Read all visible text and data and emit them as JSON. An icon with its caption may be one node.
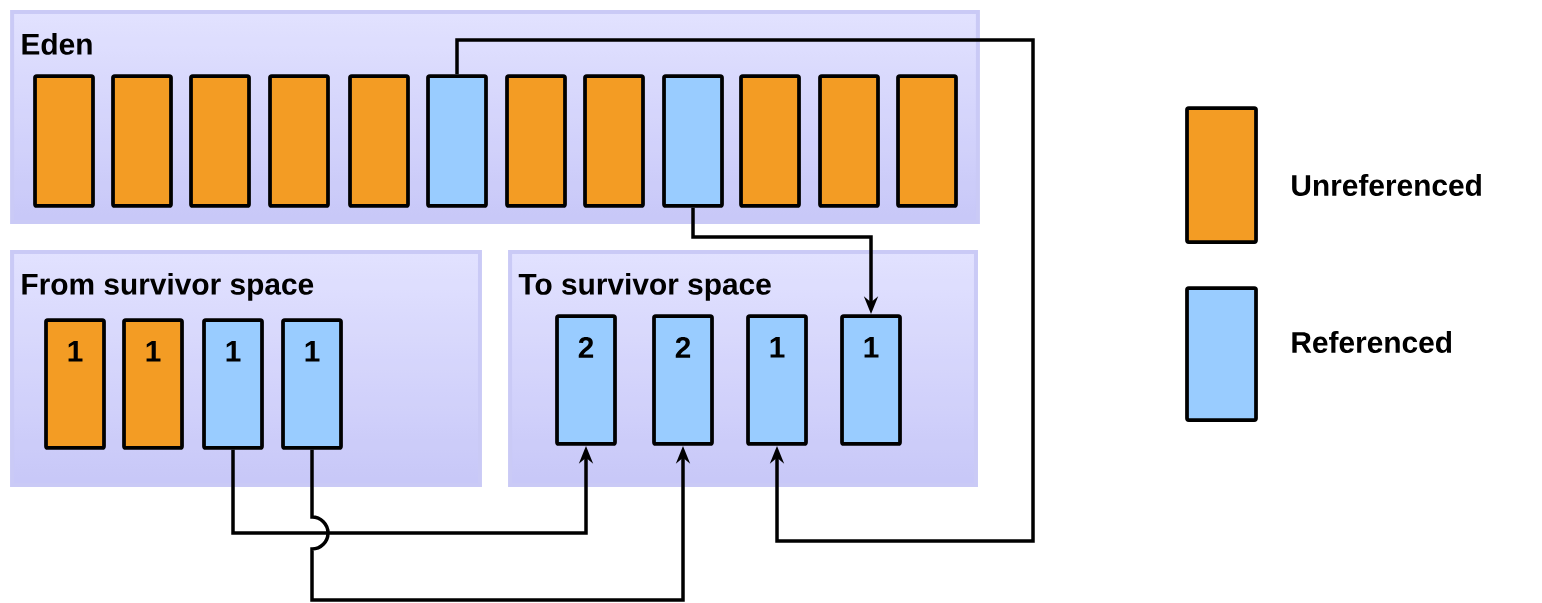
{
  "diagram": {
    "nodes": [
      {
        "text": [
          "Eden"
        ]
      },
      {
        "text": [],
        "shape": "box",
        "in": 0
      },
      {
        "text": [],
        "shape": "box",
        "in": 0
      },
      {
        "text": [],
        "shape": "box",
        "in": 0
      },
      {
        "text": [],
        "shape": "box",
        "in": 0
      },
      {
        "text": [],
        "shape": "box",
        "in": 0
      },
      {
        "text": [],
        "shape": "box",
        "in": 0
      },
      {
        "text": [],
        "shape": "box",
        "in": 0
      },
      {
        "text": [],
        "shape": "box",
        "in": 0
      },
      {
        "text": [],
        "shape": "box",
        "in": 0
      },
      {
        "text": [],
        "shape": "box",
        "in": 0
      },
      {
        "text": [],
        "shape": "box",
        "in": 0
      },
      {
        "text": [],
        "shape": "box",
        "in": 0
      },
      {
        "text": [
          "From survivor  space"
        ]
      },
      {
        "text": [
          "1"
        ],
        "in": 13
      },
      {
        "text": [
          "1"
        ],
        "in": 13
      },
      {
        "text": [
          "1"
        ],
        "in": 13
      },
      {
        "text": [
          "1"
        ],
        "in": 13
      },
      {
        "text": [
          "To survivor  space"
        ]
      },
      {
        "text": [
          "2"
        ],
        "in": 18
      },
      {
        "text": [
          "2"
        ],
        "in": 18
      },
      {
        "text": [
          "1"
        ],
        "in": 18
      },
      {
        "text": [
          "1"
        ],
        "in": 18
      }
    ],
    "edges": [
      {
        "from": 6,
        "to": 21,
        "arrow": "to"
      },
      {
        "from": 9,
        "to": 22,
        "arrow": "to"
      },
      {
        "from": 16,
        "to": 19,
        "arrow": "to"
      },
      {
        "from": 17,
        "to": 20,
        "arrow": "to"
      }
    ],
    "legend": [
      {
        "text": "Unreferenced",
        "color": "#f39c24"
      },
      {
        "text": "Referenced",
        "color": "#99ccff"
      }
    ]
  }
}
